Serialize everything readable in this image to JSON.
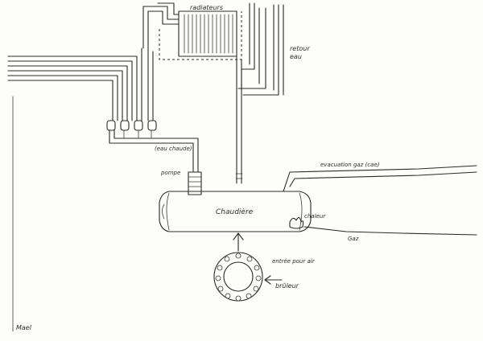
{
  "labels": {
    "radiateurs": "radiateurs",
    "retour_eau": "retour\neau",
    "evacuation_gaz": "evacuation gaz (cae)",
    "eau_chaude": "(eau chaude)",
    "pompe": "pompe",
    "chaudiere": "Chaudière",
    "chaleur": "chaleur",
    "gaz": "Gaz",
    "entree_pour_air": "entrée pour air",
    "bruleur": "brûleur",
    "signature": "Mael"
  },
  "colors": {
    "ink": "#2a2a2a",
    "paper": "#fdfdfc"
  },
  "icons": [
    "radiator-icon",
    "valve-icon",
    "pump-icon",
    "boiler-icon",
    "flame-icon",
    "burner-ring-icon",
    "arrow-icon"
  ]
}
